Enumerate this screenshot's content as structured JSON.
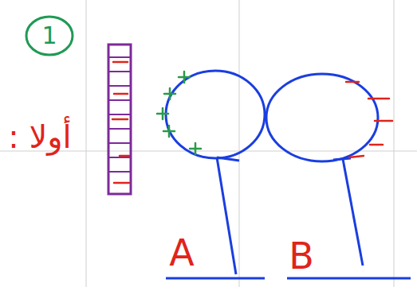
{
  "diagram": {
    "labels": [
      "1",
      "أولا :",
      "A",
      "B"
    ]
  }
}
